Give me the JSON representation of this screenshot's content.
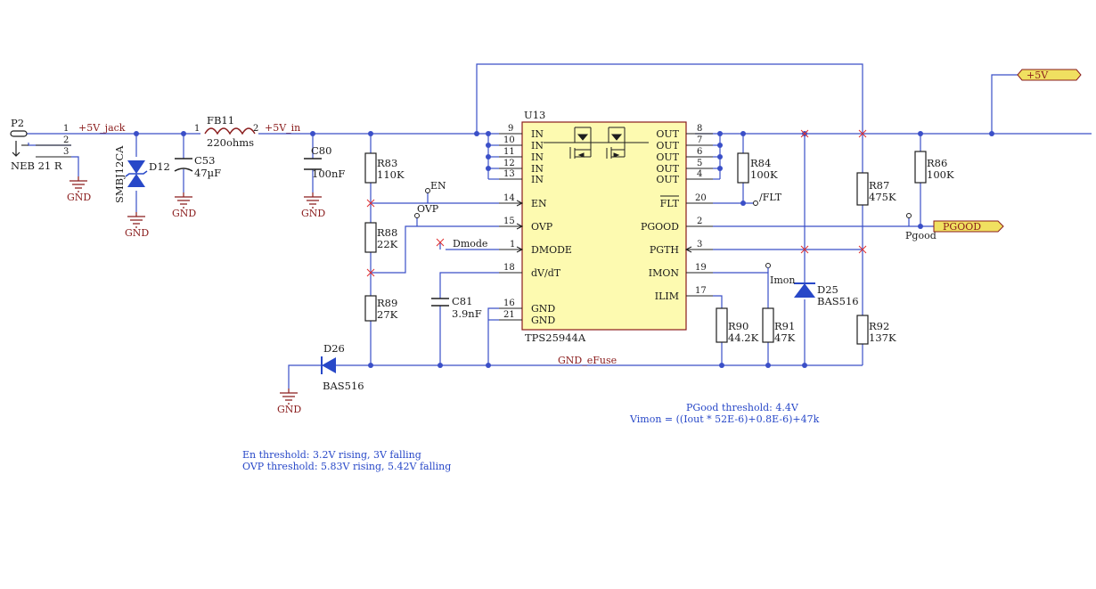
{
  "colors": {
    "wire": "#3a4fc8",
    "ground": "#8a1c1c",
    "body": "#fdfab0",
    "port": "#f0e060",
    "note": "#2848c8",
    "nc_mark": "#e03030"
  },
  "connector": {
    "ref": "P2",
    "name": "NEB 21 R",
    "pins": [
      "1",
      "2",
      "3"
    ]
  },
  "nets": {
    "jack": "+5V_jack",
    "in": "+5V_in",
    "efuse_gnd": "GND_eFuse",
    "out_port": "+5V",
    "pgood_port": "PGOOD",
    "en": "EN",
    "ovp": "OVP",
    "dmode": "Dmode",
    "flt": "/FLT",
    "pgood": "Pgood",
    "imon": "Imon"
  },
  "gnd_label": "GND",
  "tvs": {
    "ref": "D12",
    "value": "SMBJ12CA"
  },
  "cap_c53": {
    "ref": "C53",
    "value": "47µF"
  },
  "ferrite": {
    "ref": "FB11",
    "value": "220ohms",
    "pin1": "1",
    "pin2": "2"
  },
  "cap_c80": {
    "ref": "C80",
    "value": "100nF"
  },
  "r83": {
    "ref": "R83",
    "value": "110K"
  },
  "r88": {
    "ref": "R88",
    "value": "22K"
  },
  "r89": {
    "ref": "R89",
    "value": "27K"
  },
  "cap_c81": {
    "ref": "C81",
    "value": "3.9nF"
  },
  "diode_d26": {
    "ref": "D26",
    "value": "BAS516"
  },
  "diode_d25": {
    "ref": "D25",
    "value": "BAS516"
  },
  "r84": {
    "ref": "R84",
    "value": "100K"
  },
  "r87": {
    "ref": "R87",
    "value": "475K"
  },
  "r86": {
    "ref": "R86",
    "value": "100K"
  },
  "r90": {
    "ref": "R90",
    "value": "44.2K"
  },
  "r91": {
    "ref": "R91",
    "value": "47K"
  },
  "r92": {
    "ref": "R92",
    "value": "137K"
  },
  "ic": {
    "ref": "U13",
    "part": "TPS25944A",
    "left_pins": [
      {
        "num": "9",
        "name": "IN"
      },
      {
        "num": "10",
        "name": "IN"
      },
      {
        "num": "11",
        "name": "IN"
      },
      {
        "num": "12",
        "name": "IN"
      },
      {
        "num": "13",
        "name": "IN"
      },
      {
        "num": "14",
        "name": "EN"
      },
      {
        "num": "15",
        "name": "OVP"
      },
      {
        "num": "1",
        "name": "DMODE"
      },
      {
        "num": "18",
        "name": "dV/dT"
      },
      {
        "num": "16",
        "name": "GND"
      },
      {
        "num": "21",
        "name": "GND"
      }
    ],
    "right_pins": [
      {
        "num": "8",
        "name": "OUT"
      },
      {
        "num": "7",
        "name": "OUT"
      },
      {
        "num": "6",
        "name": "OUT"
      },
      {
        "num": "5",
        "name": "OUT"
      },
      {
        "num": "4",
        "name": "OUT"
      },
      {
        "num": "20",
        "name": "FLT"
      },
      {
        "num": "2",
        "name": "PGOOD"
      },
      {
        "num": "3",
        "name": "PGTH"
      },
      {
        "num": "19",
        "name": "IMON"
      },
      {
        "num": "17",
        "name": "ILIM"
      }
    ]
  },
  "notes": {
    "en_threshold": "En threshold: 3.2V rising, 3V falling",
    "ovp_threshold": "OVP threshold: 5.83V rising, 5.42V falling",
    "pgood_threshold": "PGood threshold: 4.4V",
    "vimon": "Vimon = ((Iout * 52E-6)+0.8E-6)+47k"
  }
}
